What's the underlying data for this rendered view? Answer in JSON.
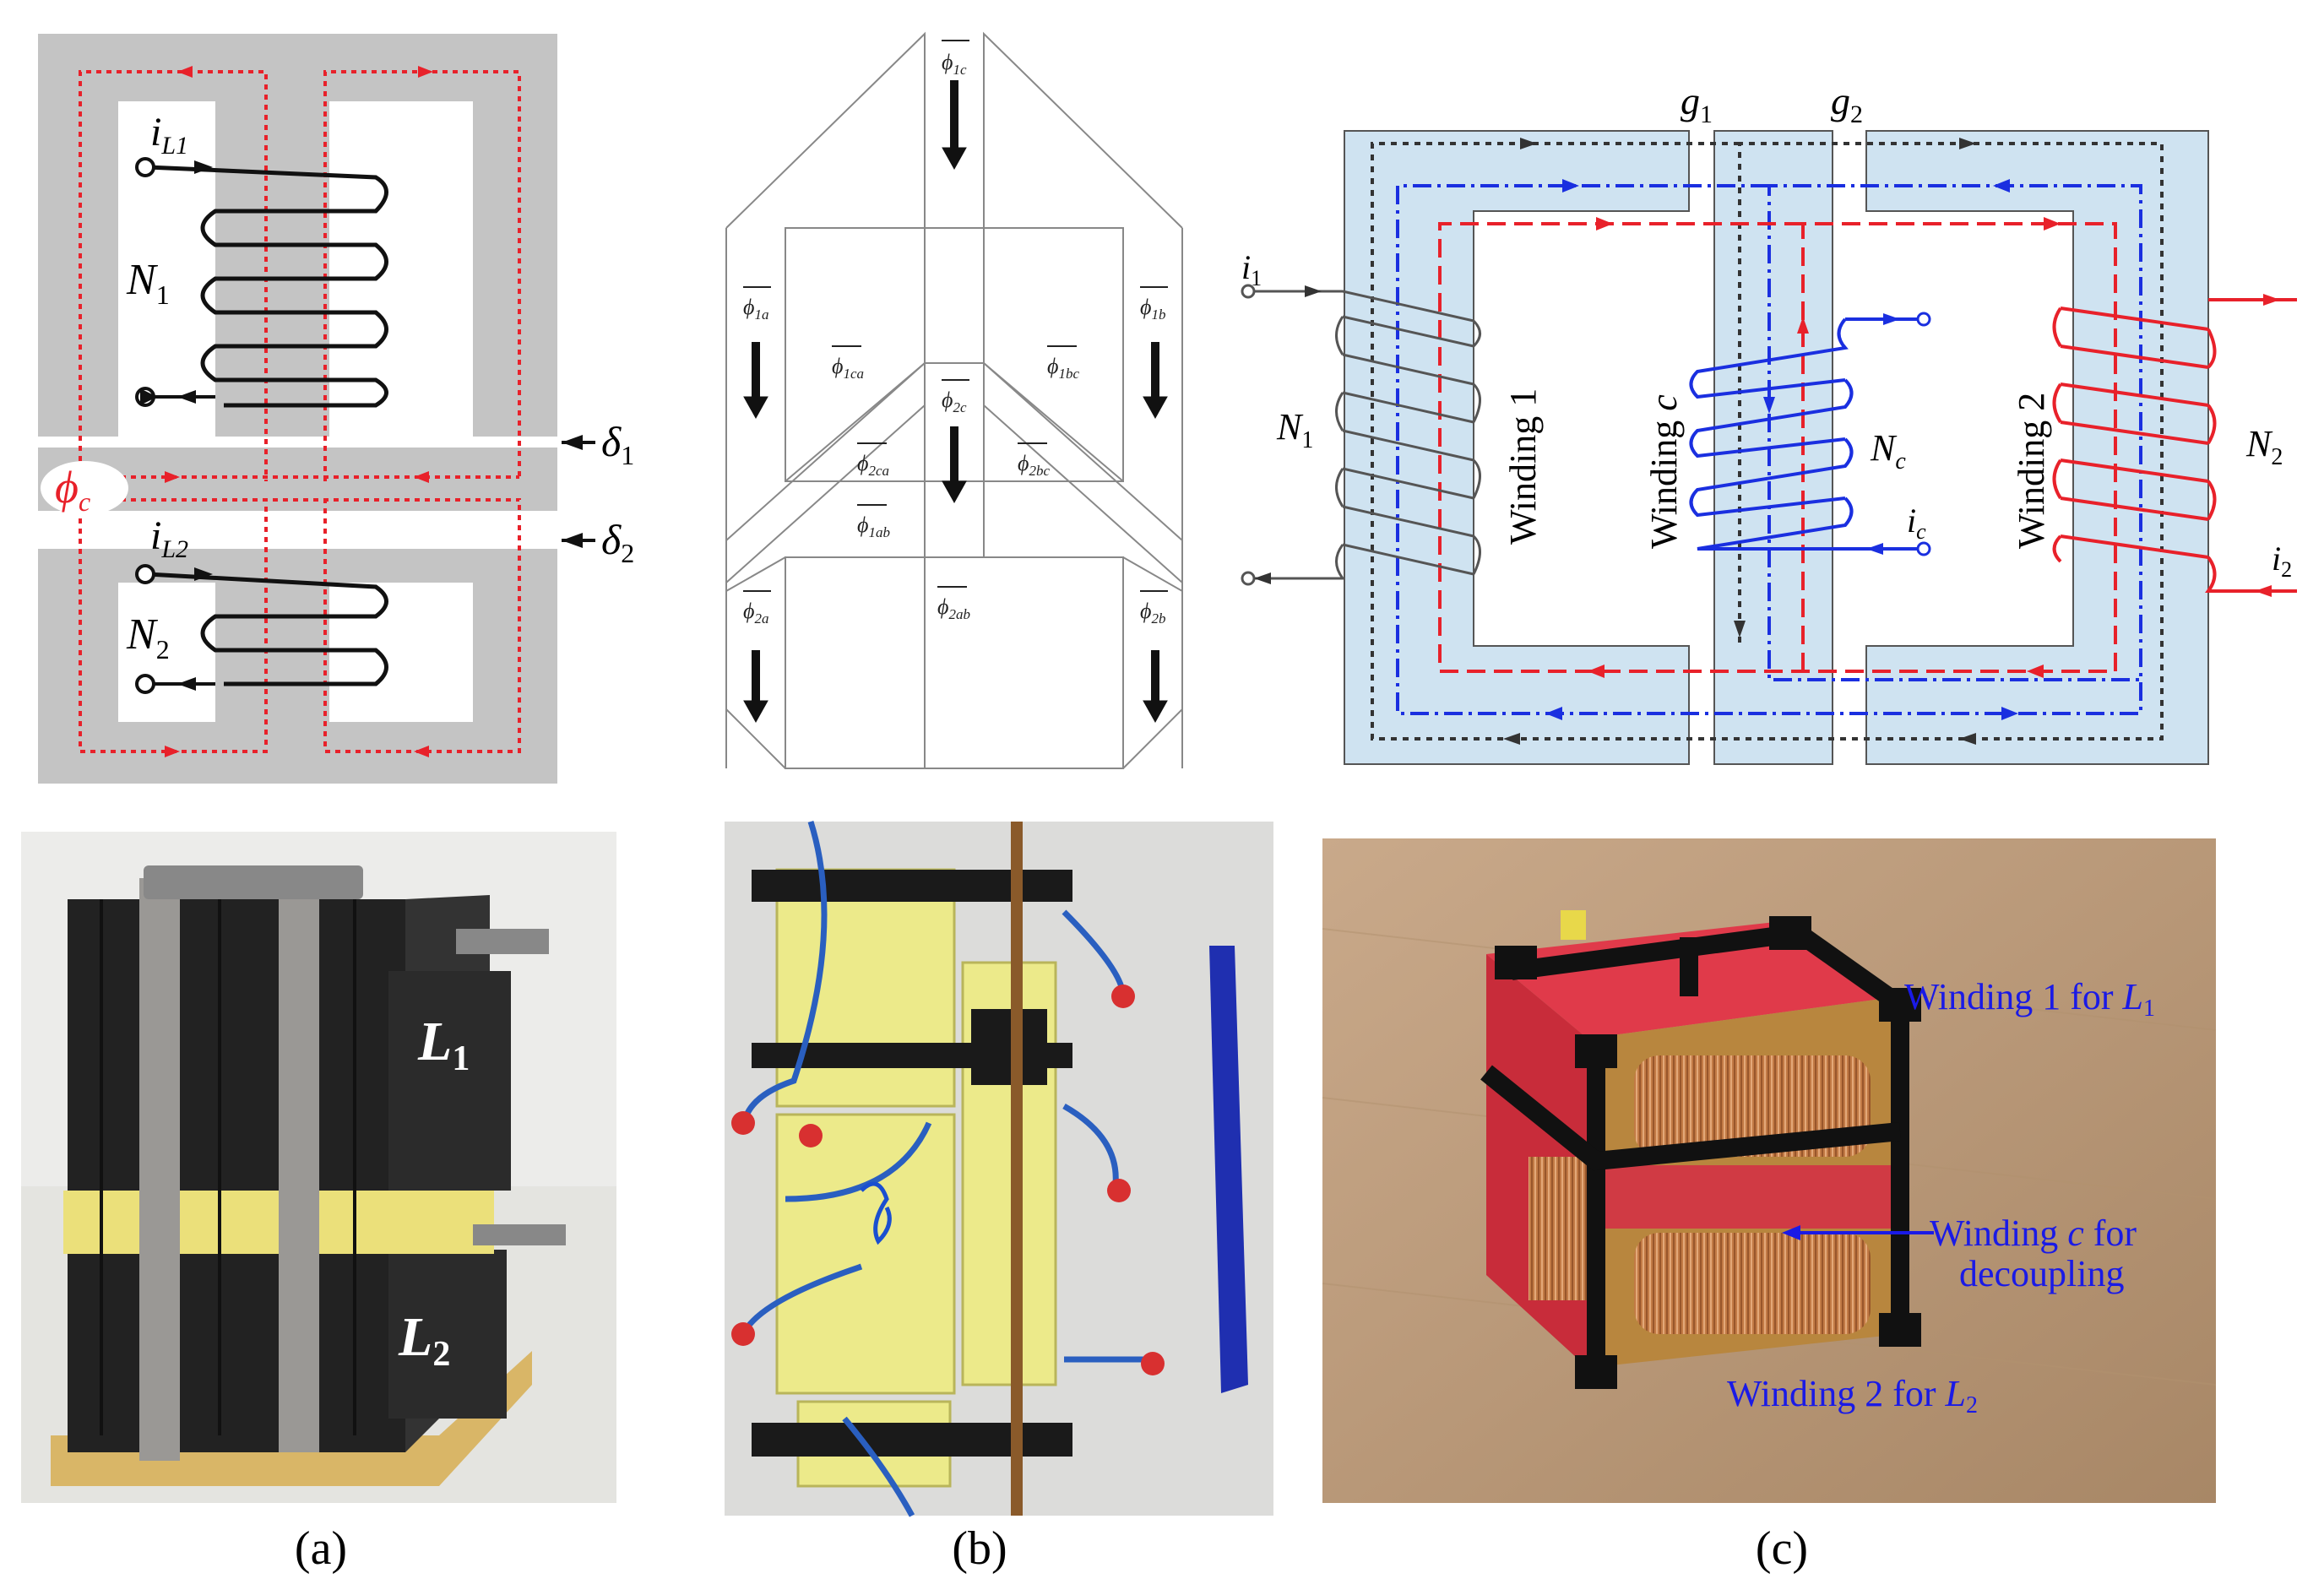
{
  "panel_a": {
    "caption": "(a)",
    "diagram": {
      "i_L1": {
        "base": "i",
        "sub": "L1"
      },
      "N1": {
        "base": "N",
        "sub": "1"
      },
      "phi_c": {
        "base": "ϕ",
        "sub": "c"
      },
      "delta1": {
        "base": "δ",
        "sub": "1"
      },
      "delta2": {
        "base": "δ",
        "sub": "2"
      },
      "i_L2": {
        "base": "i",
        "sub": "L2"
      },
      "N2": {
        "base": "N",
        "sub": "2"
      }
    },
    "photo": {
      "L1": {
        "base": "L",
        "sub": "1"
      },
      "L2": {
        "base": "L",
        "sub": "2"
      }
    }
  },
  "panel_b": {
    "caption": "(b)",
    "diagram": {
      "phi_1c": {
        "base": "ϕ",
        "sub": "1c"
      },
      "phi_1a": {
        "base": "ϕ",
        "sub": "1a"
      },
      "phi_1b": {
        "base": "ϕ",
        "sub": "1b"
      },
      "phi_1ca": {
        "base": "ϕ",
        "sub": "1ca"
      },
      "phi_1bc": {
        "base": "ϕ",
        "sub": "1bc"
      },
      "phi_2c": {
        "base": "ϕ",
        "sub": "2c"
      },
      "phi_2ca": {
        "base": "ϕ",
        "sub": "2ca"
      },
      "phi_2bc": {
        "base": "ϕ",
        "sub": "2bc"
      },
      "phi_1ab": {
        "base": "ϕ",
        "sub": "1ab"
      },
      "phi_2a": {
        "base": "ϕ",
        "sub": "2a"
      },
      "phi_2b": {
        "base": "ϕ",
        "sub": "2b"
      },
      "phi_2ab": {
        "base": "ϕ",
        "sub": "2ab"
      }
    }
  },
  "panel_c": {
    "caption": "(c)",
    "diagram": {
      "g1": {
        "base": "g",
        "sub": "1"
      },
      "g2": {
        "base": "g",
        "sub": "2"
      },
      "i1": {
        "base": "i",
        "sub": "1"
      },
      "N1": {
        "base": "N",
        "sub": "1"
      },
      "winding1": "Winding 1",
      "winding_c_prefix": "Winding ",
      "winding_c_letter": "c",
      "Nc": {
        "base": "N",
        "sub": "c"
      },
      "ic_top": "",
      "ic": {
        "base": "i",
        "sub": "c"
      },
      "winding2": "Winding 2",
      "N2": {
        "base": "N",
        "sub": "2"
      },
      "i2": {
        "base": "i",
        "sub": "2"
      }
    },
    "photo": {
      "label1_prefix": "Winding 1 for ",
      "label1_sym": {
        "base": "L",
        "sub": "1"
      },
      "labelc_line1_prefix": "Winding ",
      "labelc_line1_letter": "c",
      "labelc_line1_suffix": " for",
      "labelc_line2": "decoupling",
      "label2_prefix": "Winding 2 for ",
      "label2_sym": {
        "base": "L",
        "sub": "2"
      }
    }
  },
  "colors": {
    "core_gray": "#c4c4c4",
    "core_blue": "#cfe3f1",
    "flux_red": "#e8212a",
    "flux_blue": "#1a2fe0",
    "flux_black": "#333333",
    "label_blue": "#1a1ae6"
  }
}
